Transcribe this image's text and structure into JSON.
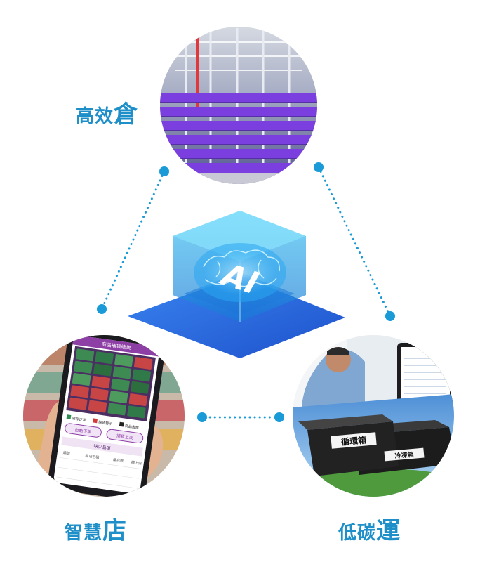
{
  "labels": {
    "warehouse": {
      "small": "高效",
      "big": "倉"
    },
    "store": {
      "small": "智慧",
      "big": "店"
    },
    "transport": {
      "small": "低碳",
      "big": "運"
    }
  },
  "center": {
    "text": "AI"
  },
  "phone": {
    "header": "商品補貨結果",
    "btn_left": "自動下單",
    "btn_right": "補貨上架",
    "legend": [
      "庫存正常",
      "缺貨警示",
      "商品售罄"
    ],
    "section": "缺少品項",
    "table_headers": [
      "編號",
      "品項名稱",
      "庫存數",
      "補上架"
    ]
  },
  "box": {
    "front_label": "循環箱",
    "back_label": "冷凍箱"
  },
  "colors": {
    "accent": "#1e8fc8",
    "dot": "#1a9ad6",
    "phone_purple": "#8e3fa5"
  }
}
